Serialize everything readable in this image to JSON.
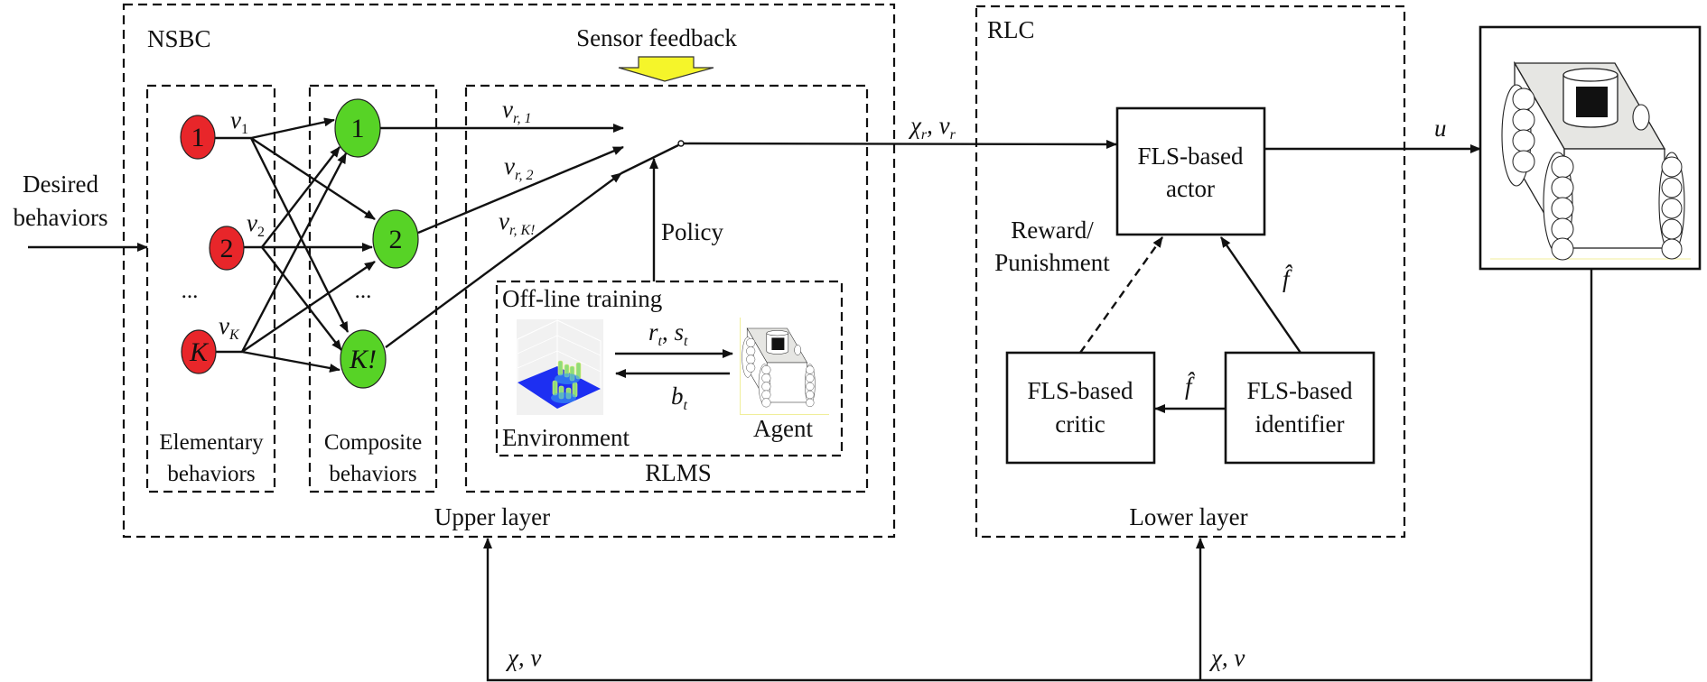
{
  "diagram": {
    "nsbc": {
      "title": "NSBC",
      "layer_label": "Upper layer",
      "input_label_line1": "Desired",
      "input_label_line2": "behaviors",
      "sensor_feedback": "Sensor feedback",
      "sensor_arrow_color": "#f5f52a",
      "elementary": {
        "label_line1": "Elementary",
        "label_line2": "behaviors",
        "nodes": [
          {
            "text": "1",
            "italic": false,
            "output": "v",
            "output_sub": "1"
          },
          {
            "text": "2",
            "italic": false,
            "output": "v",
            "output_sub": "2"
          },
          {
            "text": "K",
            "italic": true,
            "output": "v",
            "output_sub": "K"
          }
        ],
        "ellipsis": "...",
        "node_color": "#e8262a"
      },
      "composite": {
        "label_line1": "Composite",
        "label_line2": "behaviors",
        "nodes": [
          {
            "text": "1",
            "italic": false
          },
          {
            "text": "2",
            "italic": false
          },
          {
            "text": "K!",
            "italic": true
          }
        ],
        "ellipsis": "...",
        "node_color": "#57d326"
      },
      "rlms": {
        "title": "RLMS",
        "inputs": [
          {
            "main": "v",
            "sub": "r, 1"
          },
          {
            "main": "v",
            "sub": "r, 2"
          },
          {
            "main": "v",
            "sub": "r, K!"
          }
        ],
        "policy_label": "Policy",
        "offline": {
          "title": "Off-line training",
          "environment_label": "Environment",
          "agent_label": "Agent",
          "forward_signal": {
            "r": "r",
            "r_sub": "t",
            "s": "s",
            "s_sub": "t"
          },
          "backward_signal": {
            "main": "b",
            "sub": "t"
          }
        }
      }
    },
    "link_nsbc_rlc": {
      "chi": "χ",
      "chi_sub": "r",
      "v": "v",
      "v_sub": "r"
    },
    "rlc": {
      "title": "RLC",
      "layer_label": "Lower layer",
      "actor": {
        "line1": "FLS-based",
        "line2": "actor"
      },
      "critic": {
        "line1": "FLS-based",
        "line2": "critic"
      },
      "identifier": {
        "line1": "FLS-based",
        "line2": "identifier"
      },
      "reward_label_line1": "Reward/",
      "reward_label_line2": "Punishment",
      "fhat": "f̂"
    },
    "control_signal": "u",
    "feedback": {
      "upper": "χ, v",
      "lower": "χ, v"
    },
    "robot": {
      "panel_color": "#e6e6e3",
      "camera_color": "#111111"
    }
  }
}
